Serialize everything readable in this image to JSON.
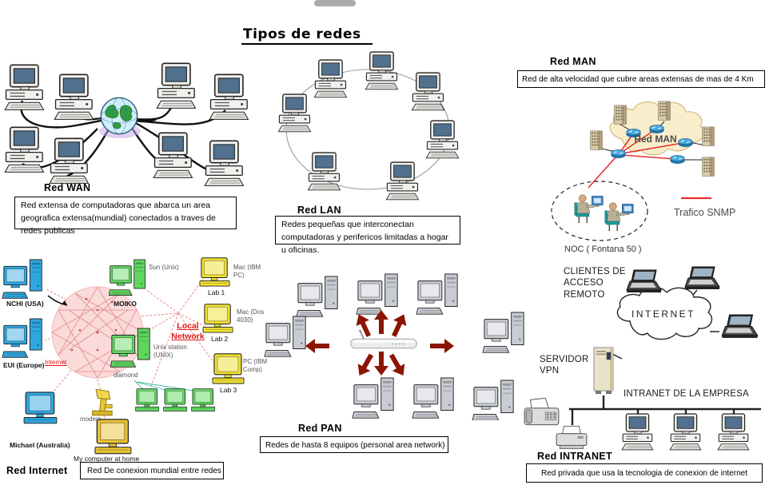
{
  "title": "Tipos de redes",
  "wan": {
    "label": "Red WAN",
    "description": "Red extensa de computadoras que abarca un area geografica extensa(mundial) conectados a traves de redes publicas"
  },
  "lan": {
    "label": "Red LAN",
    "description": "Redes pequeñas que interconectan computadoras y perifericos limitadas a hogar u oficinas."
  },
  "man": {
    "label": "Red MAN",
    "description": "Red de alta velocidad que cubre areas extensas de mas de 4 Km",
    "cloud_label": "Red MAN",
    "noc_label": "NOC ( Fontana 50 )",
    "legend_label": "Trafico SNMP",
    "snmp_color": "#e53030"
  },
  "internet": {
    "label": "Red Internet",
    "description": "Red De conexion mundial entre redes",
    "sphere_label": "Internet",
    "local_network_label": "Local Network",
    "nodes": {
      "usa": "NCHI (USA)",
      "europe": "EUI (Europe)",
      "australia": "Michael (Australia)",
      "moiko": "MOIKO",
      "sun": "Sun (Unix)",
      "unix_station": "Unix station (UNIX)",
      "diamond": "diamond",
      "lab1": "Lab 1",
      "lab1_type": "Mac (IBM PC)",
      "lab2": "Lab 2",
      "lab2_type": "Mac (Dos 4030)",
      "lab3": "Lab 3",
      "lab3_type": "PC (IBM Comp)",
      "modem": "modem",
      "home": "My computer at home"
    }
  },
  "pan": {
    "label": "Red PAN",
    "description": "Redes de hasta 8 equipos (personal area network)",
    "arrow_color": "#8b1500"
  },
  "intranet": {
    "label": "Red INTRANET",
    "description": "Red privada que usa la tecnologia de conexion de internet",
    "clients_label": "CLIENTES DE ACCESO REMOTO",
    "cloud_label": "INTERNET",
    "vpn_label": "SERVIDOR VPN",
    "bus_label": "INTRANET DE LA EMPRESA"
  }
}
